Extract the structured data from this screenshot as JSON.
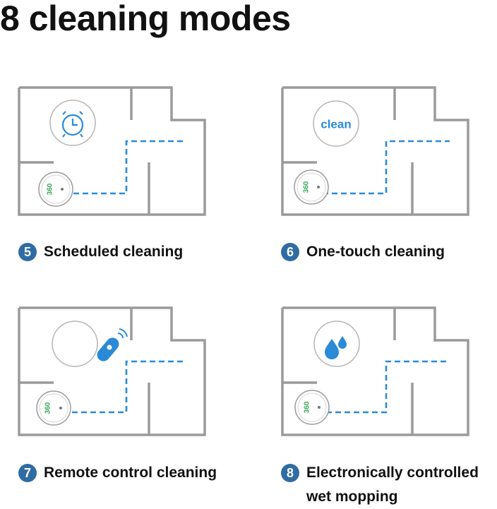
{
  "page_title": "8 cleaning modes",
  "modes": [
    {
      "number": "5",
      "label": "Scheduled cleaning",
      "icon": "alarm-clock-icon"
    },
    {
      "number": "6",
      "label": "One-touch cleaning",
      "icon": "clean-button-icon",
      "button_text": "clean"
    },
    {
      "number": "7",
      "label": "Remote control cleaning",
      "icon": "remote-control-icon"
    },
    {
      "number": "8",
      "label": "Electronically controlled wet mopping",
      "icon": "water-drops-icon"
    }
  ],
  "robot_brand_text": "360",
  "colors": {
    "wall": "#9a9a9a",
    "path": "#2a8ad6",
    "badge": "#2f6ca3",
    "robot_logo": "#3aa65a",
    "icon_blue": "#2a8ad6"
  }
}
